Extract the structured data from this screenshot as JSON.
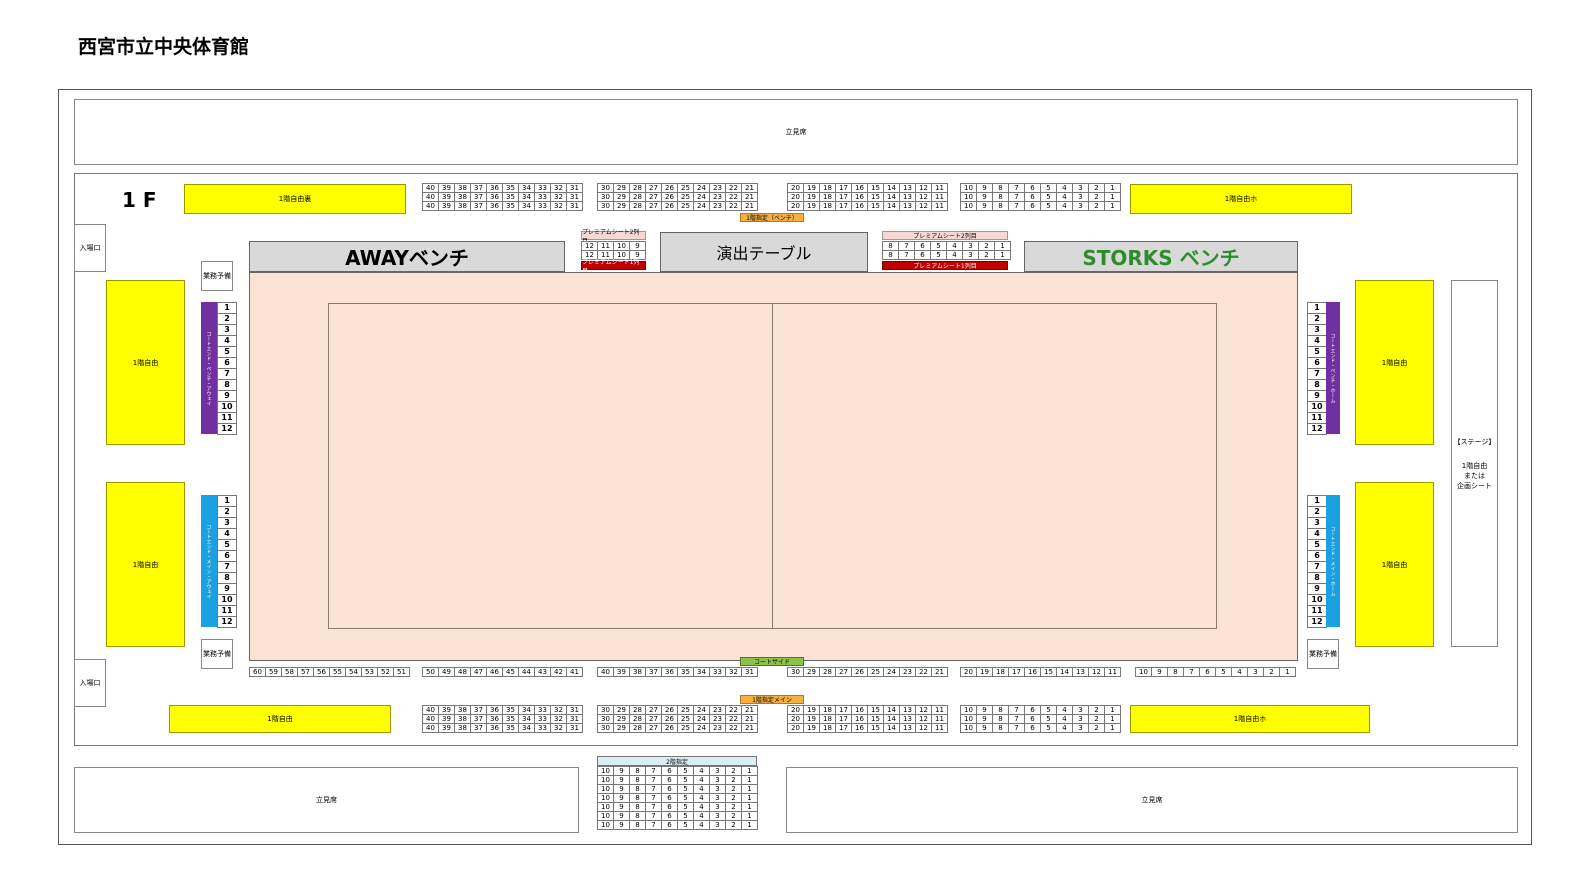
{
  "title": "西宮市立中央体育館",
  "floor_label": "1 F",
  "standing_label": "立見席",
  "entrance_label": "入場口",
  "staff_label": "業務予備",
  "free_seat": "1階自由",
  "free_seat_bench": "1階自由裏",
  "free_seat_home": "1階自由ホ",
  "away_bench": "AWAYベンチ",
  "home_bench": "STORKS ベンチ",
  "production_table": "演出テーブル",
  "premium_row2": "プレミアムシート2列目",
  "premium_row1": "プレミアムシート1列目",
  "bench_side_label": "1階指定（ベンチ）",
  "courtside_label": "コートサイド",
  "main_side_label": "1階指定メイン",
  "back_reserved_label": "2階指定",
  "stage_label": "【ステージ】",
  "stage_desc": "1階自由\nまたは\n企画シート",
  "strip_away_bench": "コートエンド・ベンチ・アウェイ",
  "strip_away_main": "コートエンド・メイン・アウェイ",
  "strip_home_bench": "コートエンド・ベンチ・ホーム",
  "strip_home_main": "コートエンド・メイン・ホーム",
  "colors": {
    "yellow": "#ffff00",
    "purple": "#7030a0",
    "blue": "#1ba1e2",
    "court": "#fce4d4",
    "bench": "#d9d9d9",
    "orange": "#f5b041",
    "green": "#8bc34a",
    "premium_dark": "#c00000",
    "premium_light": "#f8d7d7",
    "home_text": "#2e8b2e",
    "back_header": "#dbeef3"
  },
  "rows": {
    "r40": [
      "40",
      "39",
      "38",
      "37",
      "36",
      "35",
      "34",
      "33",
      "32",
      "31"
    ],
    "r30": [
      "30",
      "29",
      "28",
      "27",
      "26",
      "25",
      "24",
      "23",
      "22",
      "21"
    ],
    "r20": [
      "20",
      "19",
      "18",
      "17",
      "16",
      "15",
      "14",
      "13",
      "12",
      "11"
    ],
    "r10": [
      "10",
      "9",
      "8",
      "7",
      "6",
      "5",
      "4",
      "3",
      "2",
      "1"
    ],
    "r60": [
      "60",
      "59",
      "58",
      "57",
      "56",
      "55",
      "54",
      "53",
      "52",
      "51"
    ],
    "r50": [
      "50",
      "49",
      "48",
      "47",
      "46",
      "45",
      "44",
      "43",
      "42",
      "41"
    ],
    "pl": [
      "12",
      "11",
      "10",
      "9"
    ],
    "pr": [
      "8",
      "7",
      "6",
      "5",
      "4",
      "3",
      "2",
      "1"
    ],
    "side": [
      "1",
      "2",
      "3",
      "4",
      "5",
      "6",
      "7",
      "8",
      "9",
      "10",
      "11",
      "12"
    ]
  }
}
